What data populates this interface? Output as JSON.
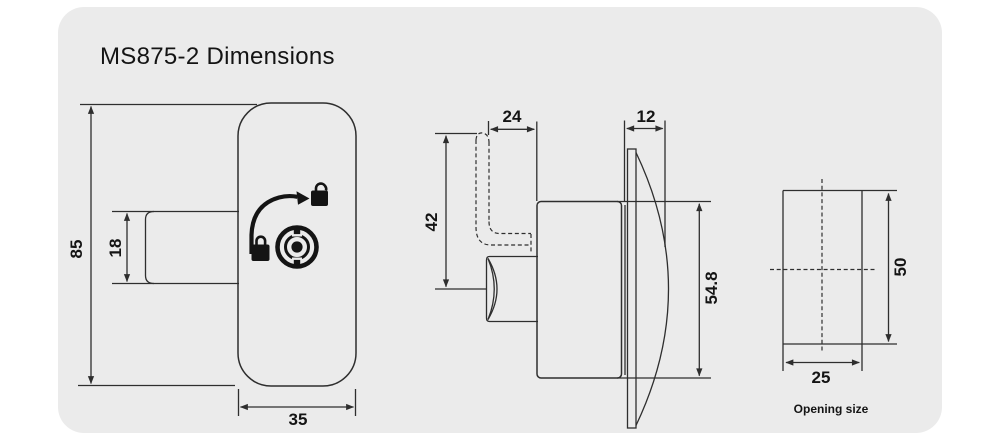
{
  "title": "MS875-2 Dimensions",
  "front_view": {
    "height": "85",
    "latch_height": "18",
    "width": "35"
  },
  "side_view": {
    "cam_offset": "24",
    "head_depth": "12",
    "cam_length": "42",
    "body_height": "54.8"
  },
  "opening_view": {
    "height": "50",
    "width": "25",
    "caption": "Opening size"
  },
  "icons": {
    "lock_face": "cam-lock-face-icon",
    "rotate_arrow": "rotate-arrow-icon",
    "locked": "closed-padlock-icon",
    "unlocked": "open-padlock-icon"
  },
  "colors": {
    "panel": "#ebebeb",
    "line": "#2e2e2e",
    "ink": "#141414",
    "canvas": "#ffffff"
  }
}
